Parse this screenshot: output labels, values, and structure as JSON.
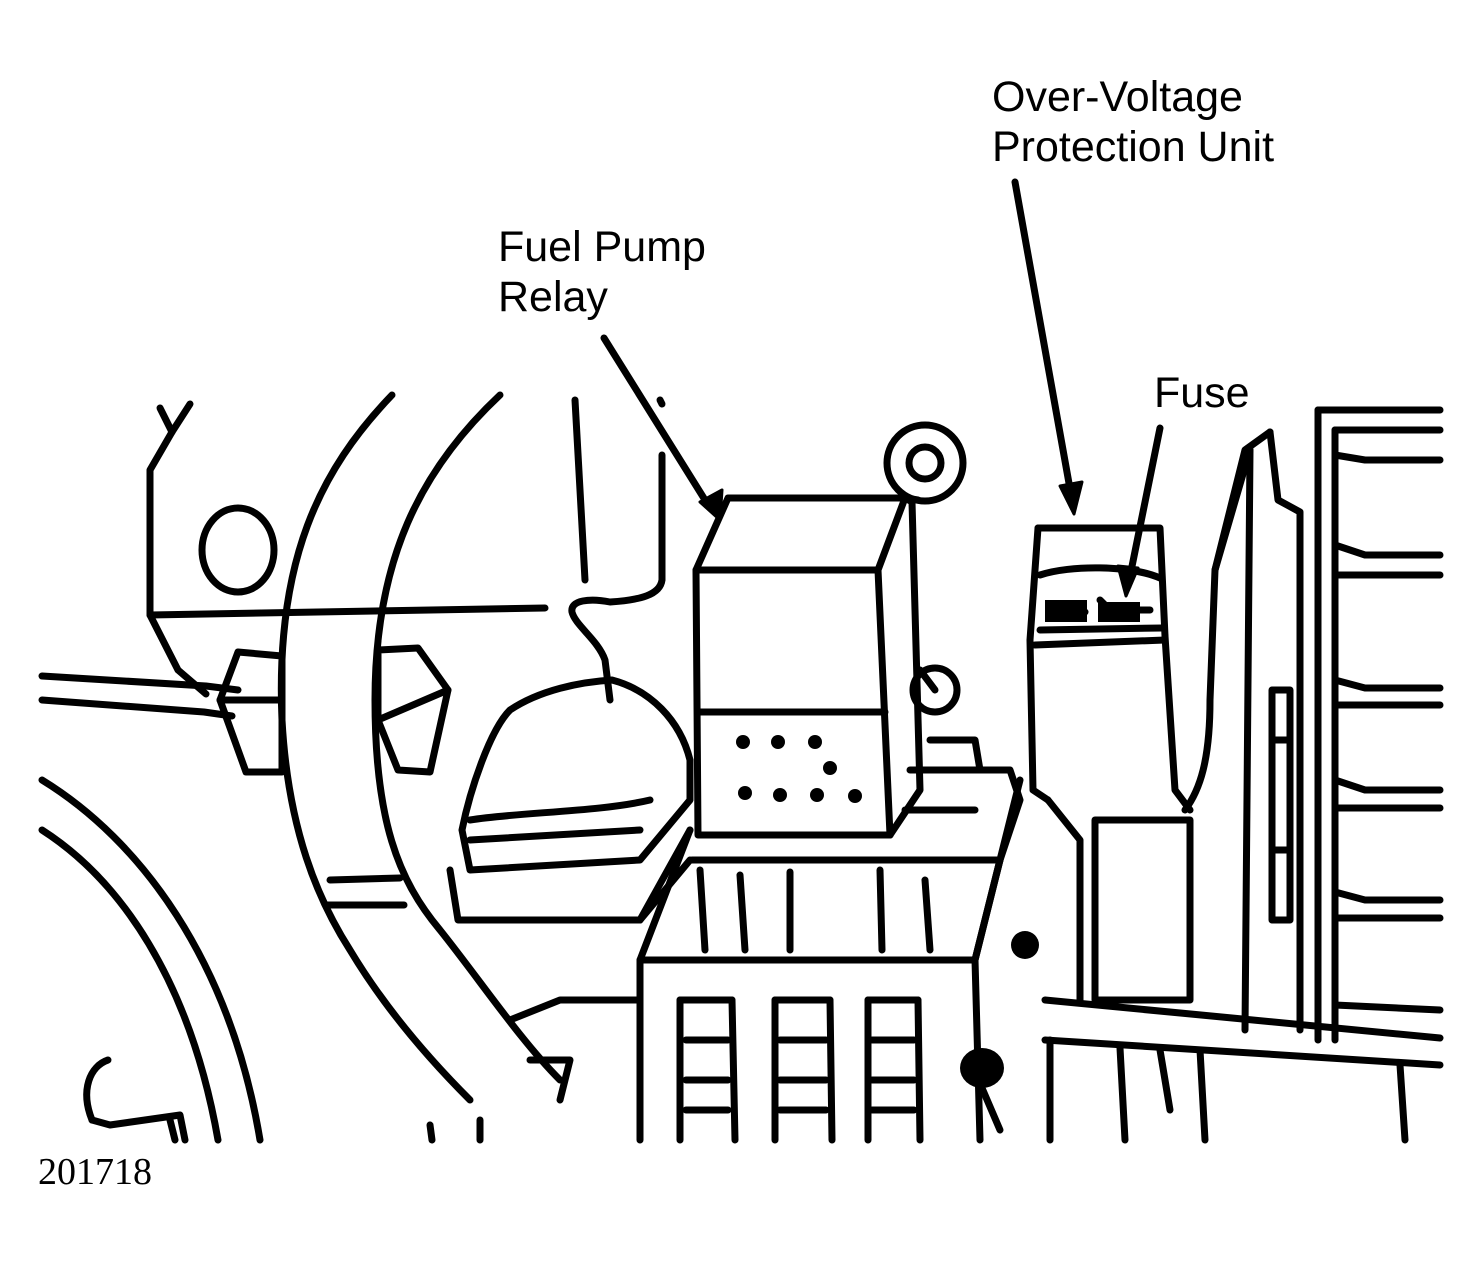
{
  "labels": {
    "over_voltage_line1": "Over-Voltage",
    "over_voltage_line2": "Protection Unit",
    "fuel_pump_line1": "Fuel Pump",
    "fuel_pump_line2": "Relay",
    "fuse": "Fuse"
  },
  "figure_number": "201718",
  "colors": {
    "ink": "#000000",
    "paper": "#ffffff"
  }
}
